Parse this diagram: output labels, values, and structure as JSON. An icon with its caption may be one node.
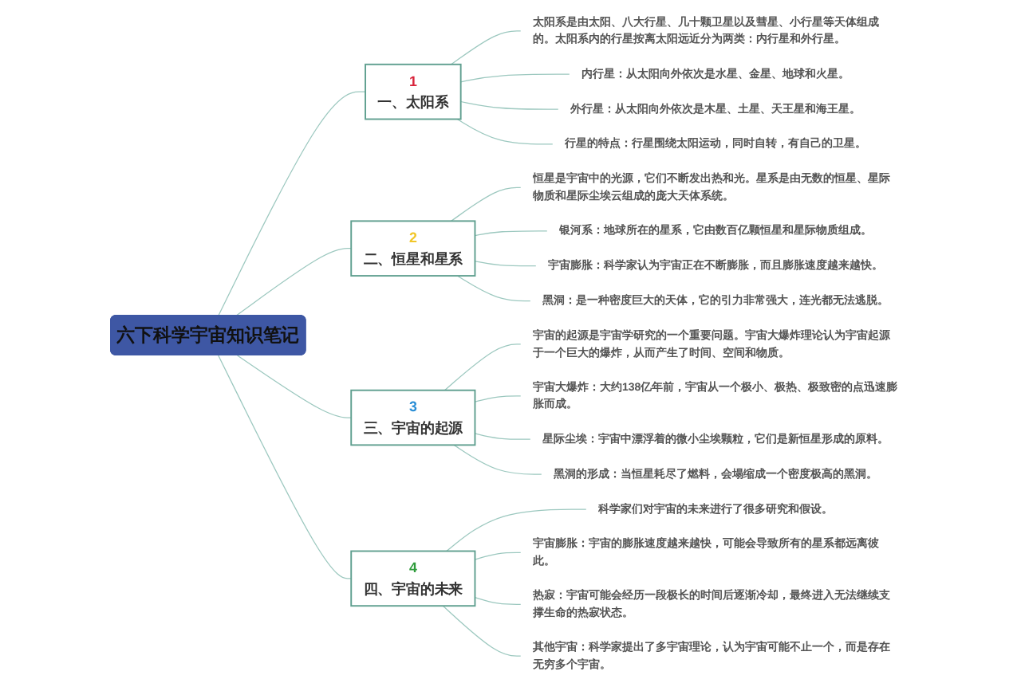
{
  "diagram": {
    "nodes": [
      {
        "text": [
          "六下科学宇宙知识笔记"
        ]
      },
      {
        "text": [
          "1",
          "一、太阳系"
        ]
      },
      {
        "text": [
          "太阳系是由太阳、八大行星、几十颗卫星以及彗星、小行星等天体组成的。太阳系内的行星按离太阳远近分为两类：内行星和外行星。"
        ]
      },
      {
        "text": [
          "内行星：从太阳向外依次是水星、金星、地球和火星。"
        ]
      },
      {
        "text": [
          "外行星：从太阳向外依次是木星、土星、天王星和海王星。"
        ]
      },
      {
        "text": [
          "行星的特点：行星围绕太阳运动，同时自转，有自己的卫星。"
        ]
      },
      {
        "text": [
          "2",
          "二、恒星和星系"
        ]
      },
      {
        "text": [
          "恒星是宇宙中的光源，它们不断发出热和光。星系是由无数的恒星、星际物质和星际尘埃云组成的庞大天体系统。"
        ]
      },
      {
        "text": [
          "银河系：地球所在的星系，它由数百亿颗恒星和星际物质组成。"
        ]
      },
      {
        "text": [
          "宇宙膨胀：科学家认为宇宙正在不断膨胀，而且膨胀速度越来越快。"
        ]
      },
      {
        "text": [
          "黑洞：是一种密度巨大的天体，它的引力非常强大，连光都无法逃脱。"
        ]
      },
      {
        "text": [
          "3",
          "三、宇宙的起源"
        ]
      },
      {
        "text": [
          "宇宙的起源是宇宙学研究的一个重要问题。宇宙大爆炸理论认为宇宙起源于一个巨大的爆炸，从而产生了时间、空间和物质。"
        ]
      },
      {
        "text": [
          "宇宙大爆炸：大约138亿年前，宇宙从一个极小、极热、极致密的点迅速膨胀而成。"
        ]
      },
      {
        "text": [
          "星际尘埃：宇宙中漂浮着的微小尘埃颗粒，它们是新恒星形成的原料。"
        ]
      },
      {
        "text": [
          "黑洞的形成：当恒星耗尽了燃料，会塌缩成一个密度极高的黑洞。"
        ]
      },
      {
        "text": [
          "4",
          "四、宇宙的未来"
        ]
      },
      {
        "text": [
          "科学家们对宇宙的未来进行了很多研究和假设。"
        ]
      },
      {
        "text": [
          "宇宙膨胀：宇宙的膨胀速度越来越快，可能会导致所有的星系都远离彼此。"
        ]
      },
      {
        "text": [
          "热寂：宇宙可能会经历一段极长的时间后逐渐冷却，最终进入无法继续支撑生命的热寂状态。"
        ]
      },
      {
        "text": [
          "其他宇宙：科学家提出了多宇宙理论，认为宇宙可能不止一个，而是存在无穷多个宇宙。"
        ]
      }
    ],
    "edges": [
      {
        "from": 0,
        "to": 1,
        "arrow": "none"
      },
      {
        "from": 0,
        "to": 6,
        "arrow": "none"
      },
      {
        "from": 0,
        "to": 11,
        "arrow": "none"
      },
      {
        "from": 0,
        "to": 16,
        "arrow": "none"
      },
      {
        "from": 1,
        "to": 2,
        "arrow": "none"
      },
      {
        "from": 1,
        "to": 3,
        "arrow": "none"
      },
      {
        "from": 1,
        "to": 4,
        "arrow": "none"
      },
      {
        "from": 1,
        "to": 5,
        "arrow": "none"
      },
      {
        "from": 6,
        "to": 7,
        "arrow": "none"
      },
      {
        "from": 6,
        "to": 8,
        "arrow": "none"
      },
      {
        "from": 6,
        "to": 9,
        "arrow": "none"
      },
      {
        "from": 6,
        "to": 10,
        "arrow": "none"
      },
      {
        "from": 11,
        "to": 12,
        "arrow": "none"
      },
      {
        "from": 11,
        "to": 13,
        "arrow": "none"
      },
      {
        "from": 11,
        "to": 14,
        "arrow": "none"
      },
      {
        "from": 11,
        "to": 15,
        "arrow": "none"
      },
      {
        "from": 16,
        "to": 17,
        "arrow": "none"
      },
      {
        "from": 16,
        "to": 18,
        "arrow": "none"
      },
      {
        "from": 16,
        "to": 19,
        "arrow": "none"
      },
      {
        "from": 16,
        "to": 20,
        "arrow": "none"
      }
    ]
  }
}
